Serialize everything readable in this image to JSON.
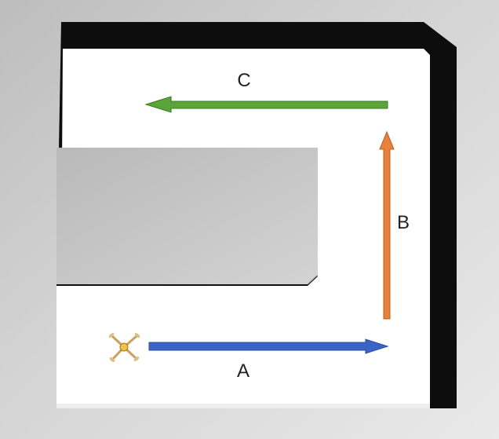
{
  "diagram": {
    "arrows": [
      {
        "label": "A",
        "color": "#3b64c8",
        "direction": "right"
      },
      {
        "label": "B",
        "color": "#e8813e",
        "direction": "up"
      },
      {
        "label": "C",
        "color": "#5aa43a",
        "direction": "left"
      }
    ],
    "maze": {
      "floor_color": "#ffffff",
      "wall_color": "#0d0d0d",
      "background_color": "#c8c8c8"
    },
    "robot": {
      "icon": "quadcopter-drone-icon"
    }
  }
}
